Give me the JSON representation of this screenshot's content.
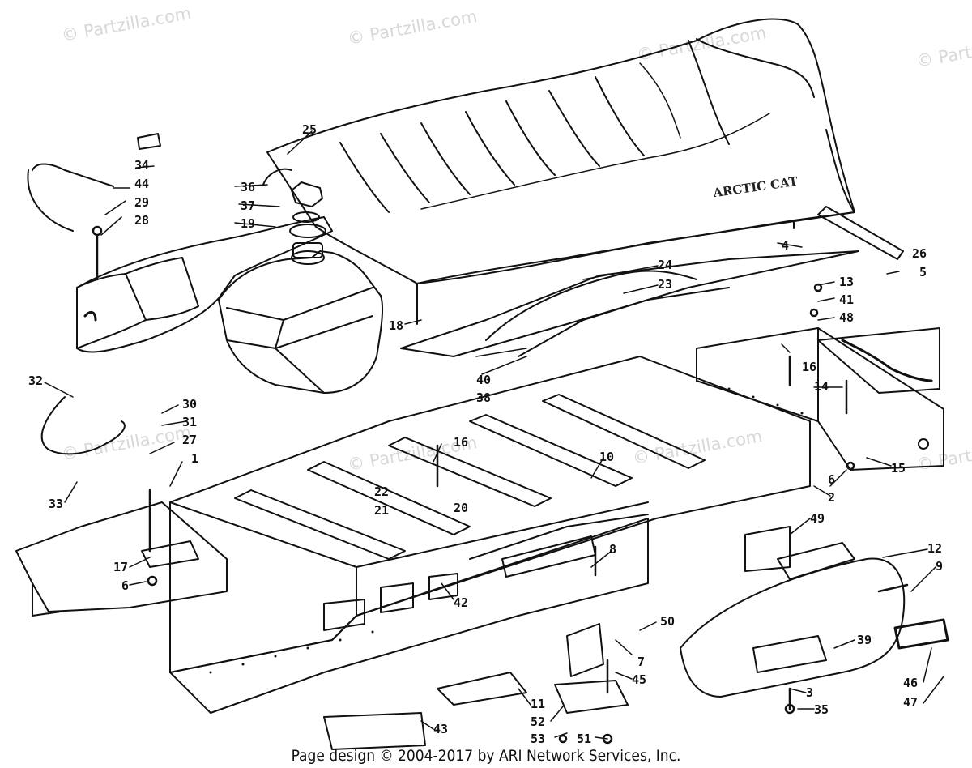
{
  "watermarks": [
    "© Partzilla.com",
    "© Partzilla.com",
    "© Partzilla.com",
    "© Partzilla.com",
    "© Partzilla.com",
    "© Partzilla.com",
    "© Partzilla.com",
    "© Partzilla.com"
  ],
  "seat_logo": "ARCTIC CAT",
  "callouts": [
    "25",
    "34",
    "44",
    "29",
    "28",
    "36",
    "37",
    "19",
    "4",
    "26",
    "5",
    "24",
    "23",
    "13",
    "41",
    "48",
    "18",
    "40",
    "38",
    "16",
    "14",
    "32",
    "30",
    "31",
    "27",
    "1",
    "16",
    "10",
    "33",
    "22",
    "21",
    "20",
    "15",
    "6",
    "2",
    "49",
    "12",
    "9",
    "17",
    "6",
    "8",
    "42",
    "50",
    "39",
    "7",
    "45",
    "3",
    "35",
    "46",
    "47",
    "11",
    "52",
    "43",
    "53",
    "51"
  ],
  "footer": "Page design © 2004-2017 by ARI Network Services, Inc."
}
